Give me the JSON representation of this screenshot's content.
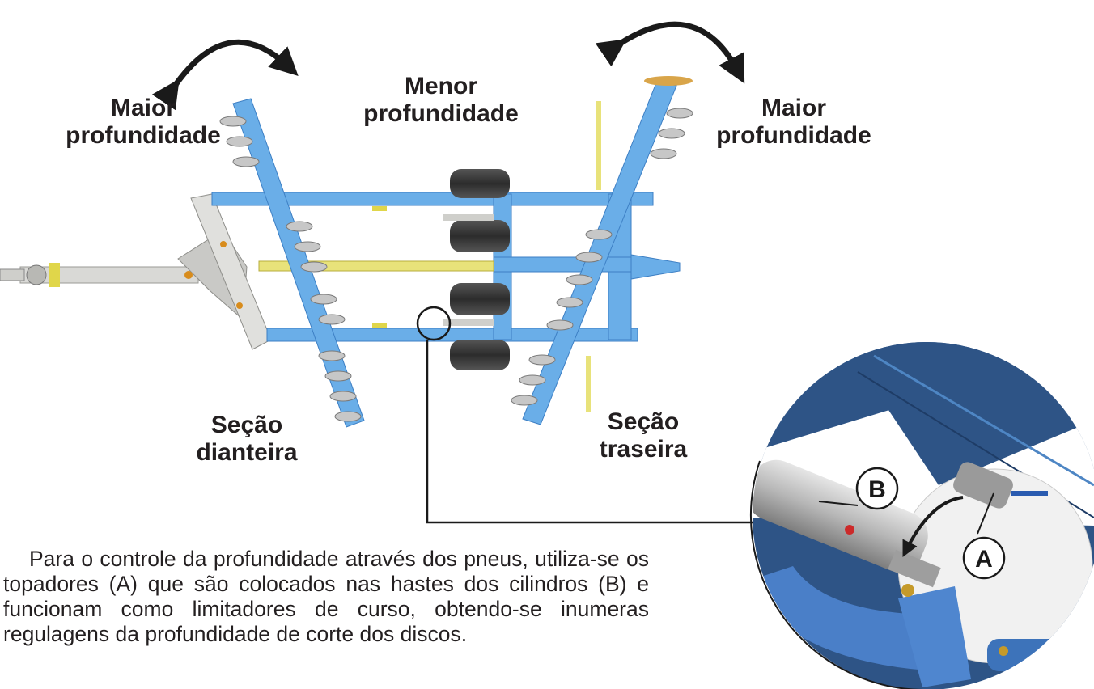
{
  "labels": {
    "maior_left": [
      "Maior",
      "profundidade"
    ],
    "menor_center": [
      "Menor",
      "profundidade"
    ],
    "maior_right": [
      "Maior",
      "profundidade"
    ],
    "secao_dianteira": [
      "Seção",
      "dianteira"
    ],
    "secao_traseira": [
      "Seção",
      "traseira"
    ]
  },
  "callouts": {
    "a": "A",
    "b": "B"
  },
  "paragraph": "Para o controle da profundidade através dos pneus, utiliza-se os topadores (A) que são colocados nas hastes dos cilindros (B) e funcionam como limitadores de curso, obtendo-se inumeras regulagens da profundidade de corte dos discos.",
  "colors": {
    "frame_blue": "#6aaee8",
    "frame_blue_dark": "#3d7fc4",
    "yellow": "#e8e27a",
    "tire": "#3b3b3b",
    "drawbar": "#d9d9d6",
    "detail_bg": "#2e5486"
  }
}
